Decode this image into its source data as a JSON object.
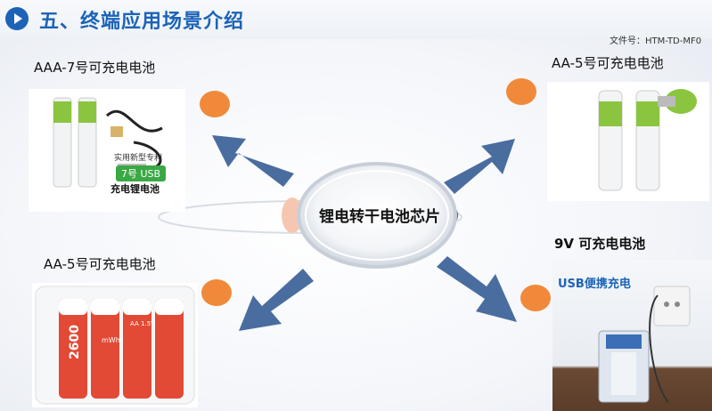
{
  "header": {
    "title": "五、终端应用场景介绍",
    "doc_id": "文件号：HTM-TD-MF0"
  },
  "center": {
    "label": "锂电转干电池芯片"
  },
  "products": {
    "aaa7": {
      "label": "AAA-7号可充电电池",
      "tag_line1": "实用新型专利",
      "tag_badge": "7号 USB",
      "tag_line3": "充电锂电池"
    },
    "aa5_top": {
      "label": "AA-5号可充电电池"
    },
    "aa5_bottom": {
      "label": "AA-5号可充电电池",
      "cell_capacity": "2600",
      "cell_unit": "mWh",
      "cell_model": "AA 1.5V"
    },
    "nine_v": {
      "label": "9V 可充电电池",
      "photo_title": "USB便携充电"
    }
  },
  "colors": {
    "accent": "#1c63b7",
    "arrow": "#4a6d9f",
    "dot": "#f08a3a",
    "battery_green": "#8bc53f",
    "battery_red": "#e24a35"
  }
}
